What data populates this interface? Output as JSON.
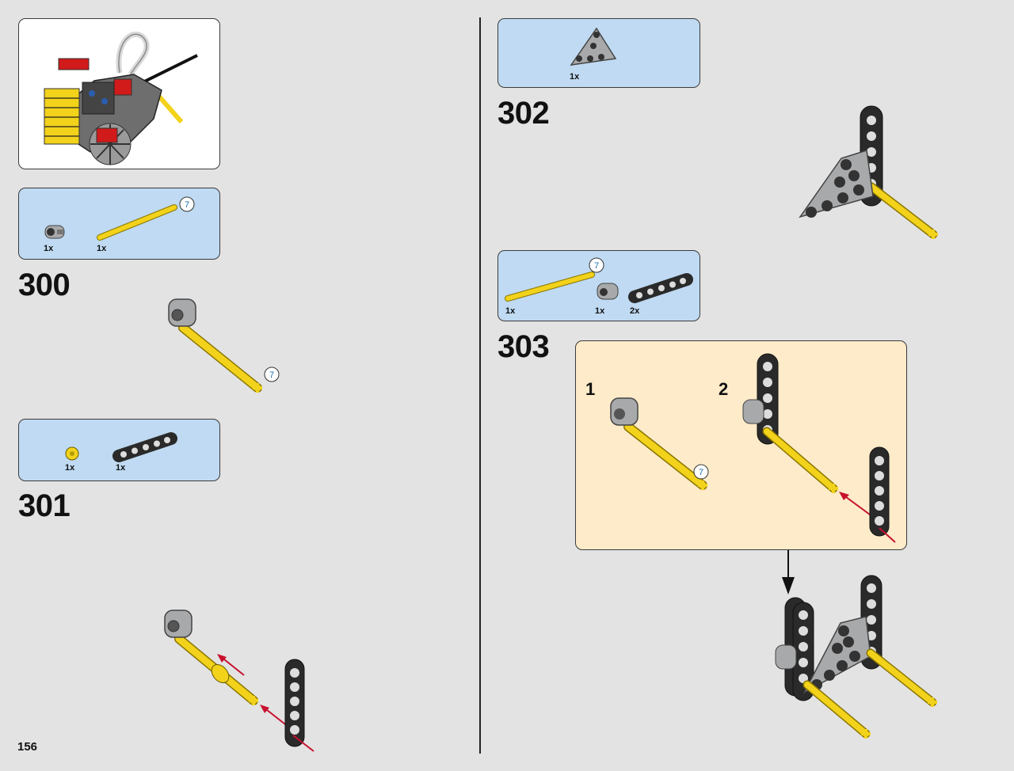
{
  "page": {
    "number": "156"
  },
  "steps": {
    "s300": {
      "number": "300",
      "parts": [
        {
          "qty": "1x",
          "icon": "gray-axle-connector-icon"
        },
        {
          "qty": "1x",
          "icon": "yellow-axle-7-icon",
          "badge": "7"
        }
      ],
      "callout_badge": "7"
    },
    "s301": {
      "number": "301",
      "parts": [
        {
          "qty": "1x",
          "icon": "yellow-bush-icon"
        },
        {
          "qty": "1x",
          "icon": "black-liftarm-5-icon"
        }
      ]
    },
    "s302": {
      "number": "302",
      "parts": [
        {
          "qty": "1x",
          "icon": "gray-triangle-liftarm-icon"
        }
      ]
    },
    "s303": {
      "number": "303",
      "parts": [
        {
          "qty": "1x",
          "icon": "yellow-axle-7-icon",
          "badge": "7"
        },
        {
          "qty": "1x",
          "icon": "gray-axle-connector-icon"
        },
        {
          "qty": "2x",
          "icon": "black-liftarm-5-icon"
        }
      ],
      "substeps": [
        {
          "label": "1",
          "badge": "7"
        },
        {
          "label": "2"
        }
      ]
    }
  },
  "colors": {
    "background": "#e3e3e3",
    "parts_panel": "#bfdaf2",
    "subassembly_panel": "#fdebc9",
    "axle_yellow": "#f2d21b",
    "liftarm_black": "#2a2a2a",
    "connector_gray": "#a7a9ab",
    "arrow_red": "#c8102e"
  }
}
